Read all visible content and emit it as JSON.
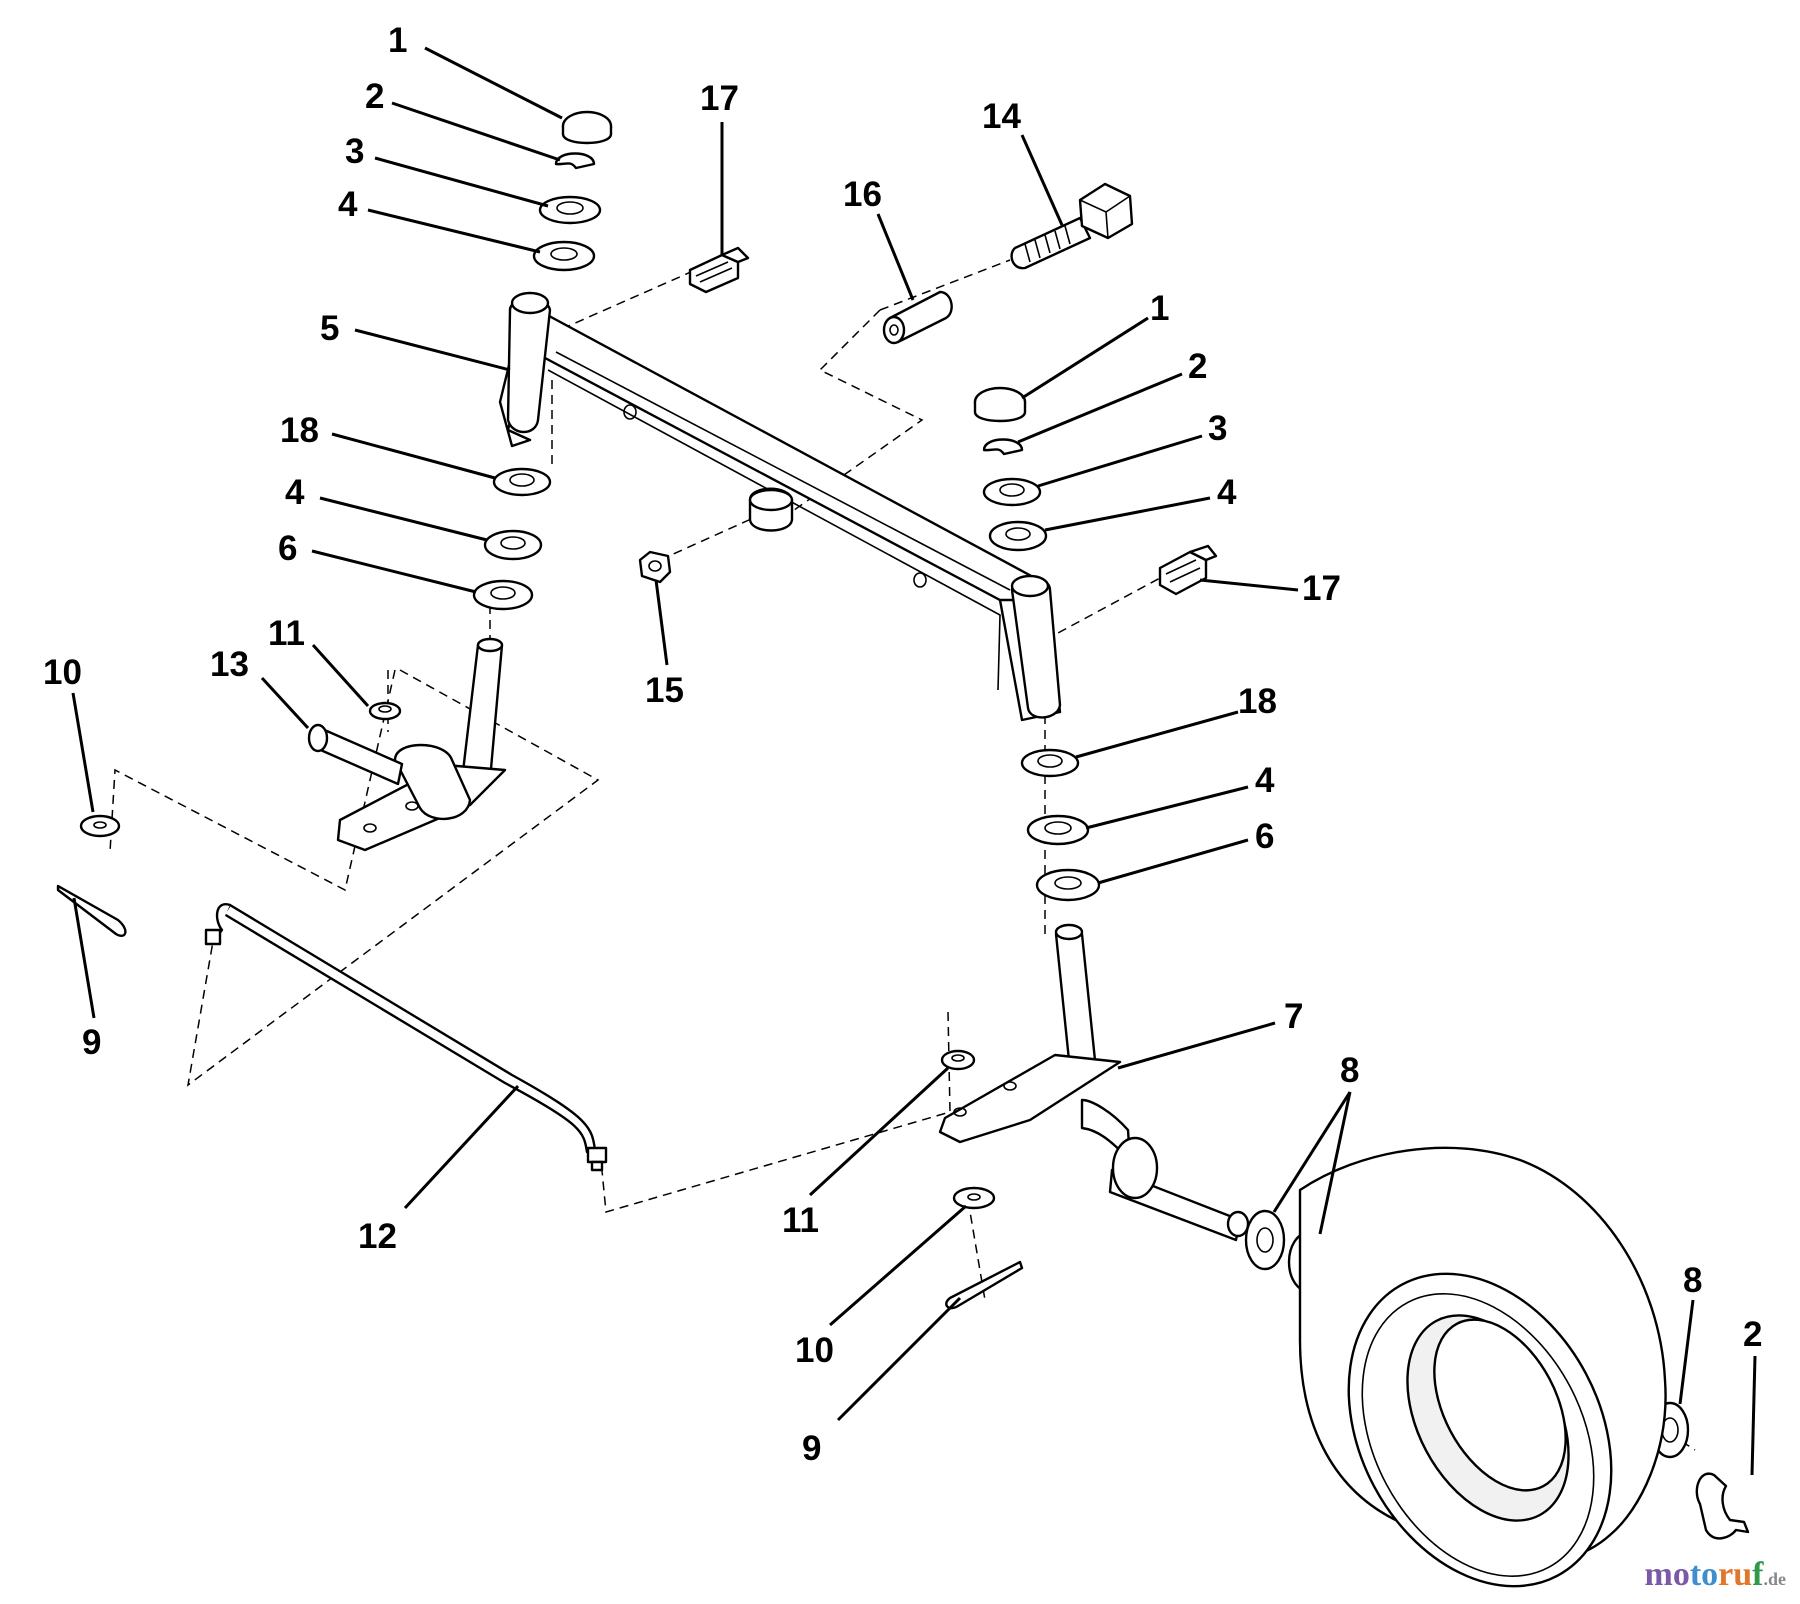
{
  "diagram": {
    "callouts": [
      {
        "id": "c1a",
        "label": "1"
      },
      {
        "id": "c2a",
        "label": "2"
      },
      {
        "id": "c3a",
        "label": "3"
      },
      {
        "id": "c4a",
        "label": "4"
      },
      {
        "id": "c5",
        "label": "5"
      },
      {
        "id": "c18a",
        "label": "18"
      },
      {
        "id": "c4b",
        "label": "4"
      },
      {
        "id": "c6a",
        "label": "6"
      },
      {
        "id": "c11a",
        "label": "11"
      },
      {
        "id": "c13",
        "label": "13"
      },
      {
        "id": "c10a",
        "label": "10"
      },
      {
        "id": "c9a",
        "label": "9"
      },
      {
        "id": "c12",
        "label": "12"
      },
      {
        "id": "c17a",
        "label": "17"
      },
      {
        "id": "c16",
        "label": "16"
      },
      {
        "id": "c14",
        "label": "14"
      },
      {
        "id": "c15",
        "label": "15"
      },
      {
        "id": "c1b",
        "label": "1"
      },
      {
        "id": "c2b",
        "label": "2"
      },
      {
        "id": "c3b",
        "label": "3"
      },
      {
        "id": "c4c",
        "label": "4"
      },
      {
        "id": "c17b",
        "label": "17"
      },
      {
        "id": "c18b",
        "label": "18"
      },
      {
        "id": "c4d",
        "label": "4"
      },
      {
        "id": "c6b",
        "label": "6"
      },
      {
        "id": "c7",
        "label": "7"
      },
      {
        "id": "c8a",
        "label": "8"
      },
      {
        "id": "c11b",
        "label": "11"
      },
      {
        "id": "c10b",
        "label": "10"
      },
      {
        "id": "c9b",
        "label": "9"
      },
      {
        "id": "c8b",
        "label": "8"
      },
      {
        "id": "c2c",
        "label": "2"
      }
    ]
  },
  "watermark": {
    "part1": "mo",
    "part2": "to",
    "part3": "ru",
    "part4": "f",
    "suffix": ".de"
  }
}
